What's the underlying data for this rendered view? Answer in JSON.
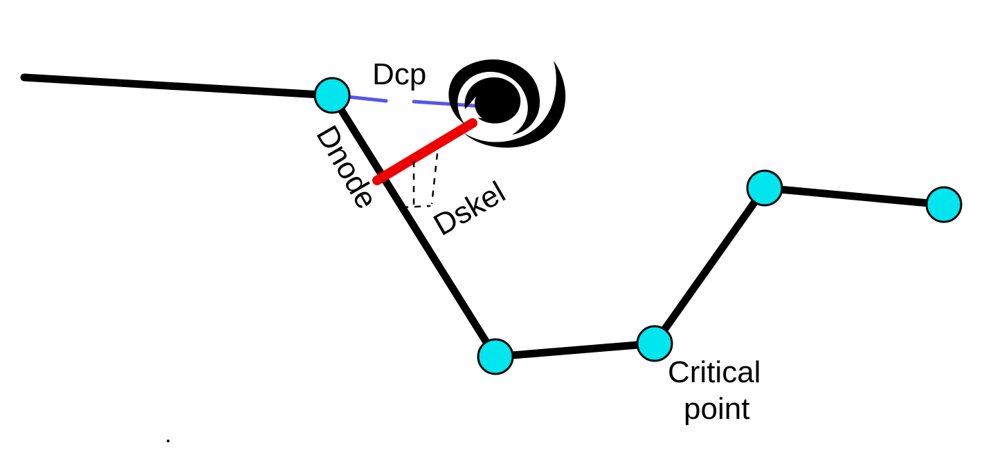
{
  "labels": {
    "dcp": "Dcp",
    "dnode": "Dnode",
    "dskel": "Dskel",
    "critical_point_line1": "Critical",
    "critical_point_line2": "point"
  },
  "colors": {
    "skeleton": "#000000",
    "node_fill": "#00e5ee",
    "node_stroke": "#000000",
    "dcp_line": "#5555ee",
    "dskel_line": "#ee0000",
    "spiral": "#000000",
    "background": "#ffffff"
  },
  "icons": {
    "vortex": "spiral-icon",
    "node": "circle-node"
  }
}
